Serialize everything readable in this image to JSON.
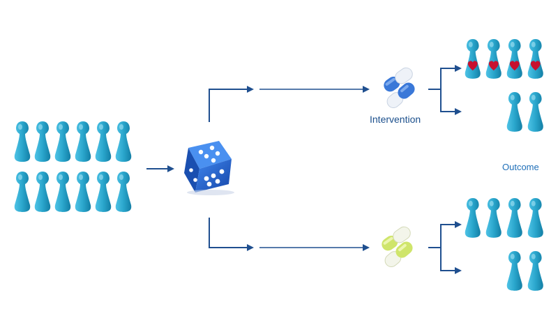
{
  "labels": {
    "intervention": "Intervention",
    "outcome": "Outcome"
  },
  "colors": {
    "pawn": "#2aa6cc",
    "pawn_dark": "#127ea6",
    "arrow": "#1f4f8f",
    "heart": "#c8102e",
    "die": "#1f5fc8",
    "pill_blue": "#3a78d8",
    "pill_green": "#cfe56b"
  },
  "icons": {
    "population": "pawn-icon",
    "randomization": "dice-icon",
    "intervention": "capsule-icon",
    "control": "placebo-capsule-icon",
    "event": "heart-icon"
  },
  "groups": {
    "population_count": 12,
    "intervention_outcome": {
      "with_event": 4,
      "without_event": 2
    },
    "control_outcome": {
      "with_event": 0,
      "without_event": 6
    }
  }
}
